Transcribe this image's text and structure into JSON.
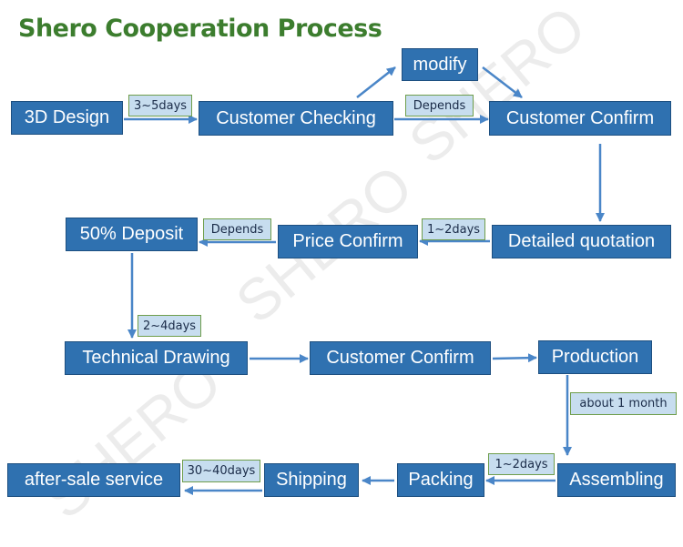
{
  "title": "Shero Cooperation Process",
  "watermark": "SHERO",
  "colors": {
    "title": "#3c7d2e",
    "box_fill": "#2f71b0",
    "arrow": "#4a86c8",
    "tag_fill": "#c7ddef",
    "tag_border": "#6f9e4c"
  },
  "steps": {
    "design_3d": "3D Design",
    "customer_checking": "Customer Checking",
    "modify": "modify",
    "customer_confirm_1": "Customer Confirm",
    "detailed_quotation": "Detailed quotation",
    "price_confirm": "Price Confirm",
    "deposit": "50% Deposit",
    "technical_drawing": "Technical Drawing",
    "customer_confirm_2": "Customer Confirm",
    "production": "Production",
    "assembling": "Assembling",
    "packing": "Packing",
    "shipping": "Shipping",
    "after_sale": "after-sale service"
  },
  "durations": {
    "design_to_checking": "3~5days",
    "checking_to_confirm": "Depends",
    "quotation_to_price": "1~2days",
    "price_to_deposit": "Depends",
    "deposit_to_drawing": "2~4days",
    "production_to_assembling": "about 1 month",
    "assembling_to_packing": "1~2days",
    "shipping_to_aftersale": "30~40days"
  }
}
